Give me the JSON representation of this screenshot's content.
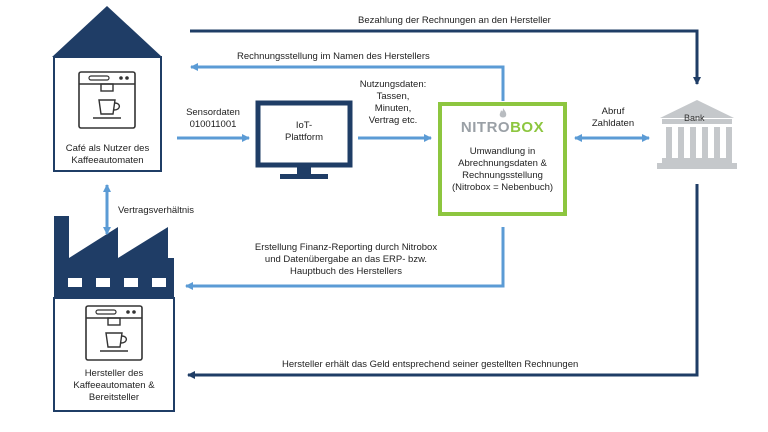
{
  "diagram": {
    "cafe_label": "Café als Nutzer des Kaffeeautomaten",
    "manufacturer_label": "Hersteller des Kaffeeautomaten & Bereitsteller",
    "iot_label": "IoT-Plattform",
    "brand_left": "NITRO",
    "brand_right": "BOX",
    "nitrobox_text": "Umwandlung in Abrechnungsdaten & Rechnungsstellung (Nitrobox = Nebenbuch)",
    "bank_label": "Bank",
    "flows": {
      "payment_top": "Bezahlung der Rechnungen an den Hersteller",
      "invoicing": "Rechnungsstellung im Namen des Herstellers",
      "sensor_line1": "Sensordaten",
      "sensor_line2": "010011001",
      "usage_line1": "Nutzungsdaten:",
      "usage_line2": "Tassen,",
      "usage_line3": "Minuten,",
      "usage_line4": "Vertrag etc.",
      "retrieval_line1": "Abruf",
      "retrieval_line2": "Zahldaten",
      "contract": "Vertragsverhältnis",
      "reporting_line1": "Erstellung Finanz-Reporting durch Nitrobox",
      "reporting_line2": "und Datenübergabe an das ERP- bzw.",
      "reporting_line3": "Hauptbuch des Herstellers",
      "money_bottom": "Hersteller erhält das Geld entsprechend seiner gestellten Rechnungen"
    },
    "colors": {
      "dark_navy": "#1f3d66",
      "light_blue": "#5b9bd5",
      "green": "#8dc63f",
      "gray": "#c5c8cb"
    }
  }
}
